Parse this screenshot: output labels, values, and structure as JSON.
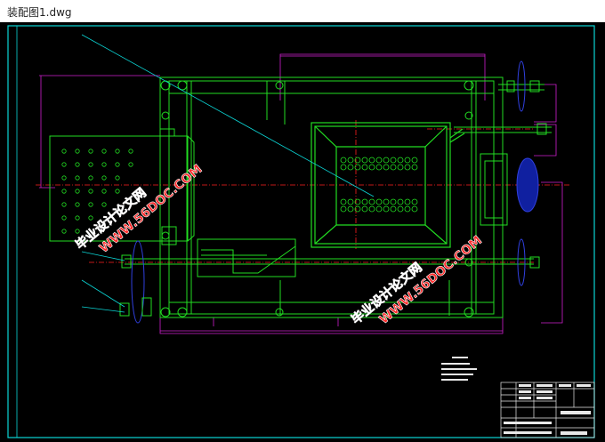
{
  "window": {
    "title": "装配图1.dwg"
  },
  "drawing": {
    "background": "#000000",
    "colors": {
      "border": "#0bd6d6",
      "part": "#22dd22",
      "dimension": "#d020d0",
      "centerline": "#ff2020",
      "leader": "#0bd6d6",
      "pulley": "#2030d0",
      "titleblock": "#e8e8e8",
      "watermark": "#ff3030",
      "watermark_outline": "#ffffff"
    },
    "watermarks": [
      {
        "line1": "毕业设计论文网",
        "line2": "WWW.56DOC.COM"
      },
      {
        "line1": "毕业设计论文网",
        "line2": "WWW.56DOC.COM"
      }
    ]
  }
}
